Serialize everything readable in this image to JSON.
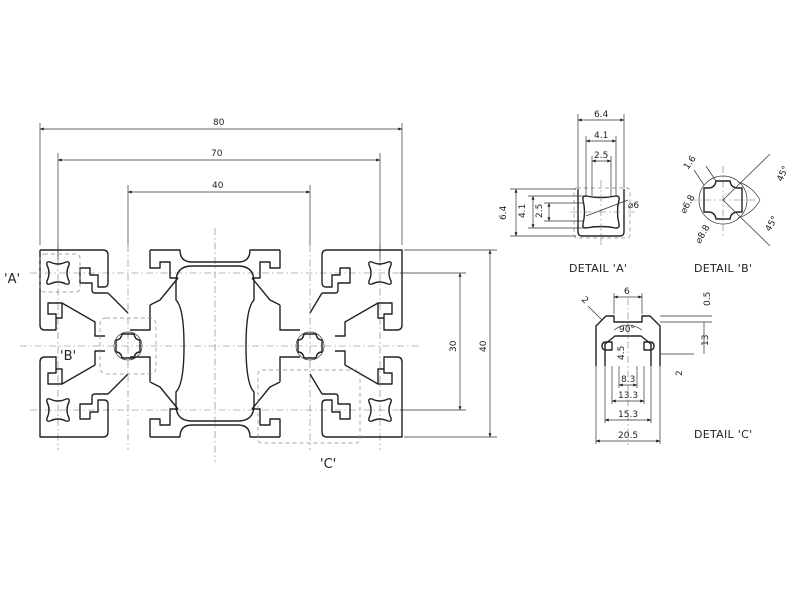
{
  "dimensions": {
    "main": {
      "w80": "80",
      "w70": "70",
      "w40": "40",
      "h30": "30",
      "h40": "40"
    },
    "detail_a": {
      "top_6_4": "6.4",
      "top_4_1": "4.1",
      "top_2_5": "2.5",
      "side_6_4": "6.4",
      "side_4_1": "4.1",
      "side_2_5": "2.5",
      "dia_6": "⌀6"
    },
    "detail_b": {
      "d_1_6": "1.6",
      "dia_6_8": "⌀6.8",
      "dia_8_8": "⌀8.8",
      "ang_45_top": "45°",
      "ang_45_bot": "45°"
    },
    "detail_c": {
      "d_2": "2",
      "d_6": "6",
      "d_0_5": "0.5",
      "d_13": "13",
      "d_4_5": "4.5",
      "d_2b": "2",
      "ang_90": "90°",
      "d_8_3": "8.3",
      "d_13_3": "13.3",
      "d_15_3": "15.3",
      "d_20_5": "20.5"
    }
  },
  "labels": {
    "callout_a": "'A'",
    "callout_b": "'B'",
    "callout_c": "'C'",
    "detail_a": "DETAIL 'A'",
    "detail_b": "DETAIL 'B'",
    "detail_c": "DETAIL 'C'"
  }
}
